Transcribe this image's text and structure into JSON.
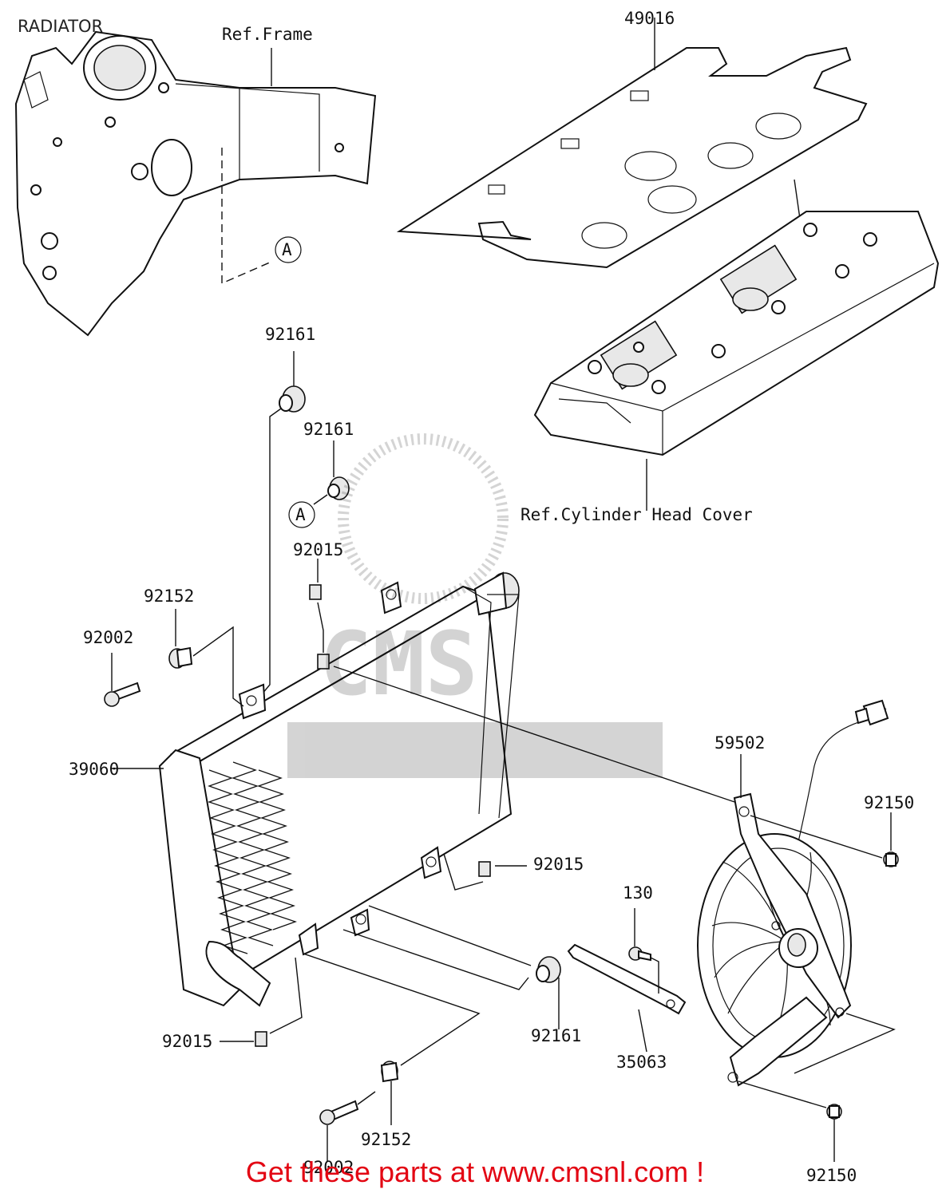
{
  "title": "RADIATOR",
  "footer": "Get these parts at www.cmsnl.com !",
  "refs": {
    "frame": "Ref.Frame",
    "head_cover": "Ref.Cylinder Head Cover",
    "marker": "A"
  },
  "parts": {
    "p49016": "49016",
    "p92161": "92161",
    "p92015": "92015",
    "p92152": "92152",
    "p92002": "92002",
    "p39060": "39060",
    "p59502": "59502",
    "p92150": "92150",
    "p130": "130",
    "p35063": "35063"
  },
  "colors": {
    "footer": "#e30613",
    "line": "#111111"
  }
}
